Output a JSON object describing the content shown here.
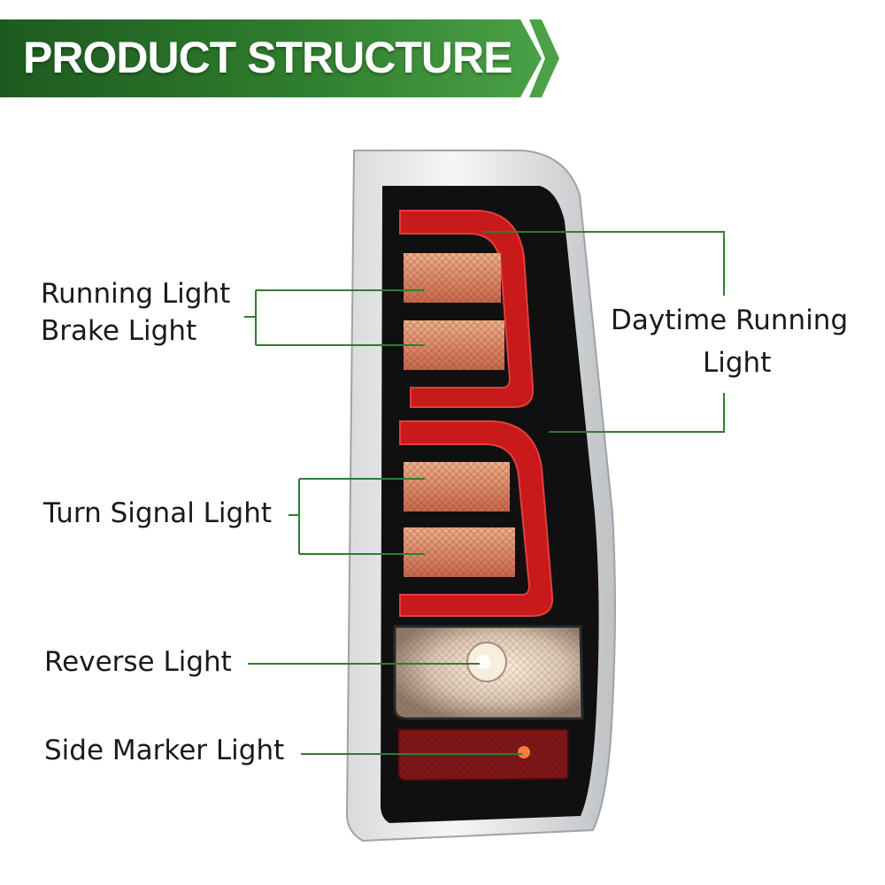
{
  "header": {
    "title": "PRODUCT STRUCTURE",
    "color_dark": "#1e5e20",
    "color_light": "#3f9a3c"
  },
  "labels": {
    "running_light": "Running Light",
    "brake_light": "Brake Light",
    "daytime_running_line1": "Daytime Running",
    "daytime_running_line2": "Light",
    "turn_signal": "Turn Signal Light",
    "reverse": "Reverse Light",
    "side_marker": "Side Marker Light"
  },
  "colors": {
    "leader_line": "#2e7d32",
    "lens_red": "#c8191b",
    "housing": "#111111"
  }
}
